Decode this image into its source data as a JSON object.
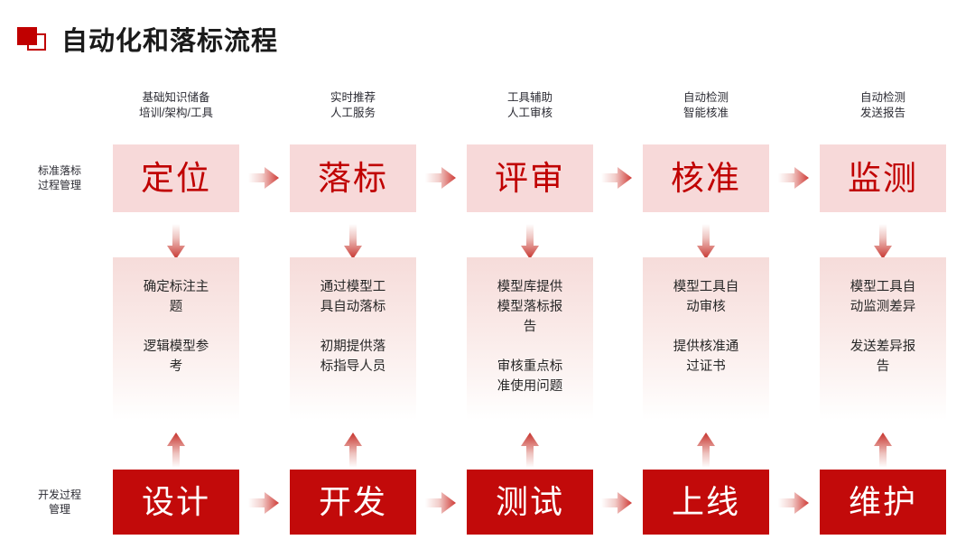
{
  "title": {
    "text": "自动化和落标流程",
    "icon": "overlapping-squares-icon",
    "accent_color": "#C00000"
  },
  "colors": {
    "accent_red": "#C00000",
    "dev_box_red": "#C20A0A",
    "stage_box_pink": "#F7D9D9",
    "detail_gradient_top": "#F6DCDA",
    "detail_gradient_bottom": "#FFFFFF",
    "text_dark": "#262626"
  },
  "row_labels": {
    "top": "标准落标\n过程管理",
    "bottom": "开发过程\n管理"
  },
  "columns": [
    {
      "caption": "基础知识储备\n培训/架构/工具",
      "stage": "定位",
      "details": [
        "确定标注主\n题",
        "逻辑模型参\n考"
      ],
      "dev": "设计"
    },
    {
      "caption": "实时推荐\n人工服务",
      "stage": "落标",
      "details": [
        "通过模型工\n具自动落标",
        "初期提供落\n标指导人员"
      ],
      "dev": "开发"
    },
    {
      "caption": "工具辅助\n人工审核",
      "stage": "评审",
      "details": [
        "模型库提供\n模型落标报\n告",
        "审核重点标\n准使用问题"
      ],
      "dev": "测试"
    },
    {
      "caption": "自动检测\n智能核准",
      "stage": "核准",
      "details": [
        "模型工具自\n动审核",
        "提供核准通\n过证书"
      ],
      "dev": "上线"
    },
    {
      "caption": "自动检测\n发送报告",
      "stage": "监测",
      "details": [
        "模型工具自\n动监测差异",
        "发送差异报\n告"
      ],
      "dev": "维护"
    }
  ],
  "arrows": {
    "horizontal_top_count": 4,
    "horizontal_bottom_count": 4,
    "vertical_down_count": 5,
    "vertical_up_count": 5,
    "horizontal_icon": "arrow-right-icon",
    "vertical_down_icon": "arrow-down-icon",
    "vertical_up_icon": "arrow-up-icon"
  }
}
